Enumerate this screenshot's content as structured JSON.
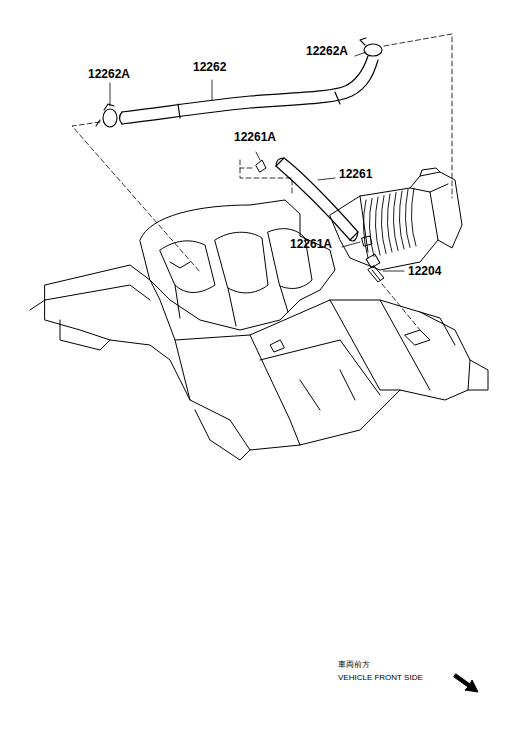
{
  "diagram": {
    "labels": [
      "12262A",
      "12262",
      "12262A",
      "12261A",
      "12261",
      "12261A",
      "12204",
      "車両前方",
      "VEHICLE FRONT SIDE"
    ]
  }
}
